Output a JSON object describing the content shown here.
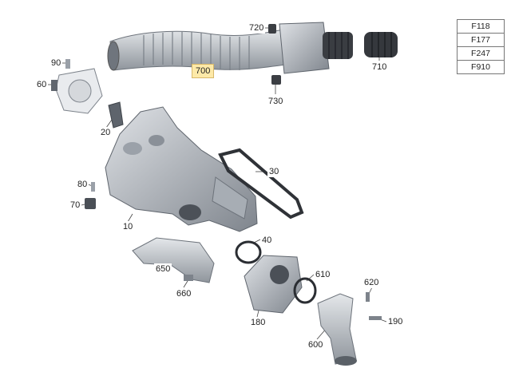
{
  "callouts": [
    {
      "id": "720",
      "label": "720"
    },
    {
      "id": "700",
      "label": "700",
      "highlight": true
    },
    {
      "id": "710",
      "label": "710"
    },
    {
      "id": "730",
      "label": "730"
    },
    {
      "id": "90",
      "label": "90"
    },
    {
      "id": "60",
      "label": "60"
    },
    {
      "id": "20",
      "label": "20"
    },
    {
      "id": "30",
      "label": "30"
    },
    {
      "id": "80",
      "label": "80"
    },
    {
      "id": "70",
      "label": "70"
    },
    {
      "id": "10",
      "label": "10"
    },
    {
      "id": "40",
      "label": "40"
    },
    {
      "id": "650",
      "label": "650"
    },
    {
      "id": "660",
      "label": "660"
    },
    {
      "id": "610",
      "label": "610"
    },
    {
      "id": "180",
      "label": "180"
    },
    {
      "id": "620",
      "label": "620"
    },
    {
      "id": "190",
      "label": "190"
    },
    {
      "id": "600",
      "label": "600"
    }
  ],
  "codes": [
    "F118",
    "F177",
    "F247",
    "F910"
  ],
  "colors": {
    "part": "#c9cdd3",
    "part_dark": "#8d939b",
    "line": "#333333",
    "highlight": "#fde9a8"
  }
}
